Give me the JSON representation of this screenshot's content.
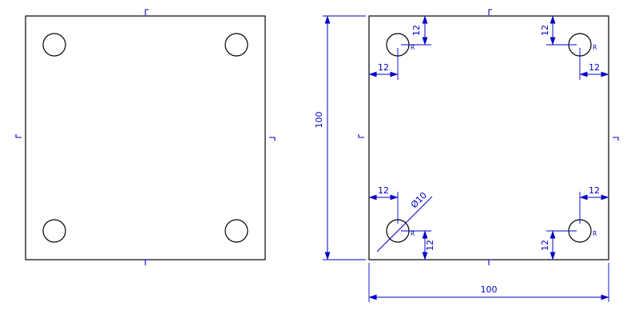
{
  "colors": {
    "geometry": "#000000",
    "dimension": "#0000c8",
    "background": "#ffffff"
  },
  "dims": {
    "plate_height": "100",
    "plate_width": "100",
    "hole_offset": "12",
    "hole_diameter": "Ø10",
    "hole_ref_mark": "R"
  }
}
